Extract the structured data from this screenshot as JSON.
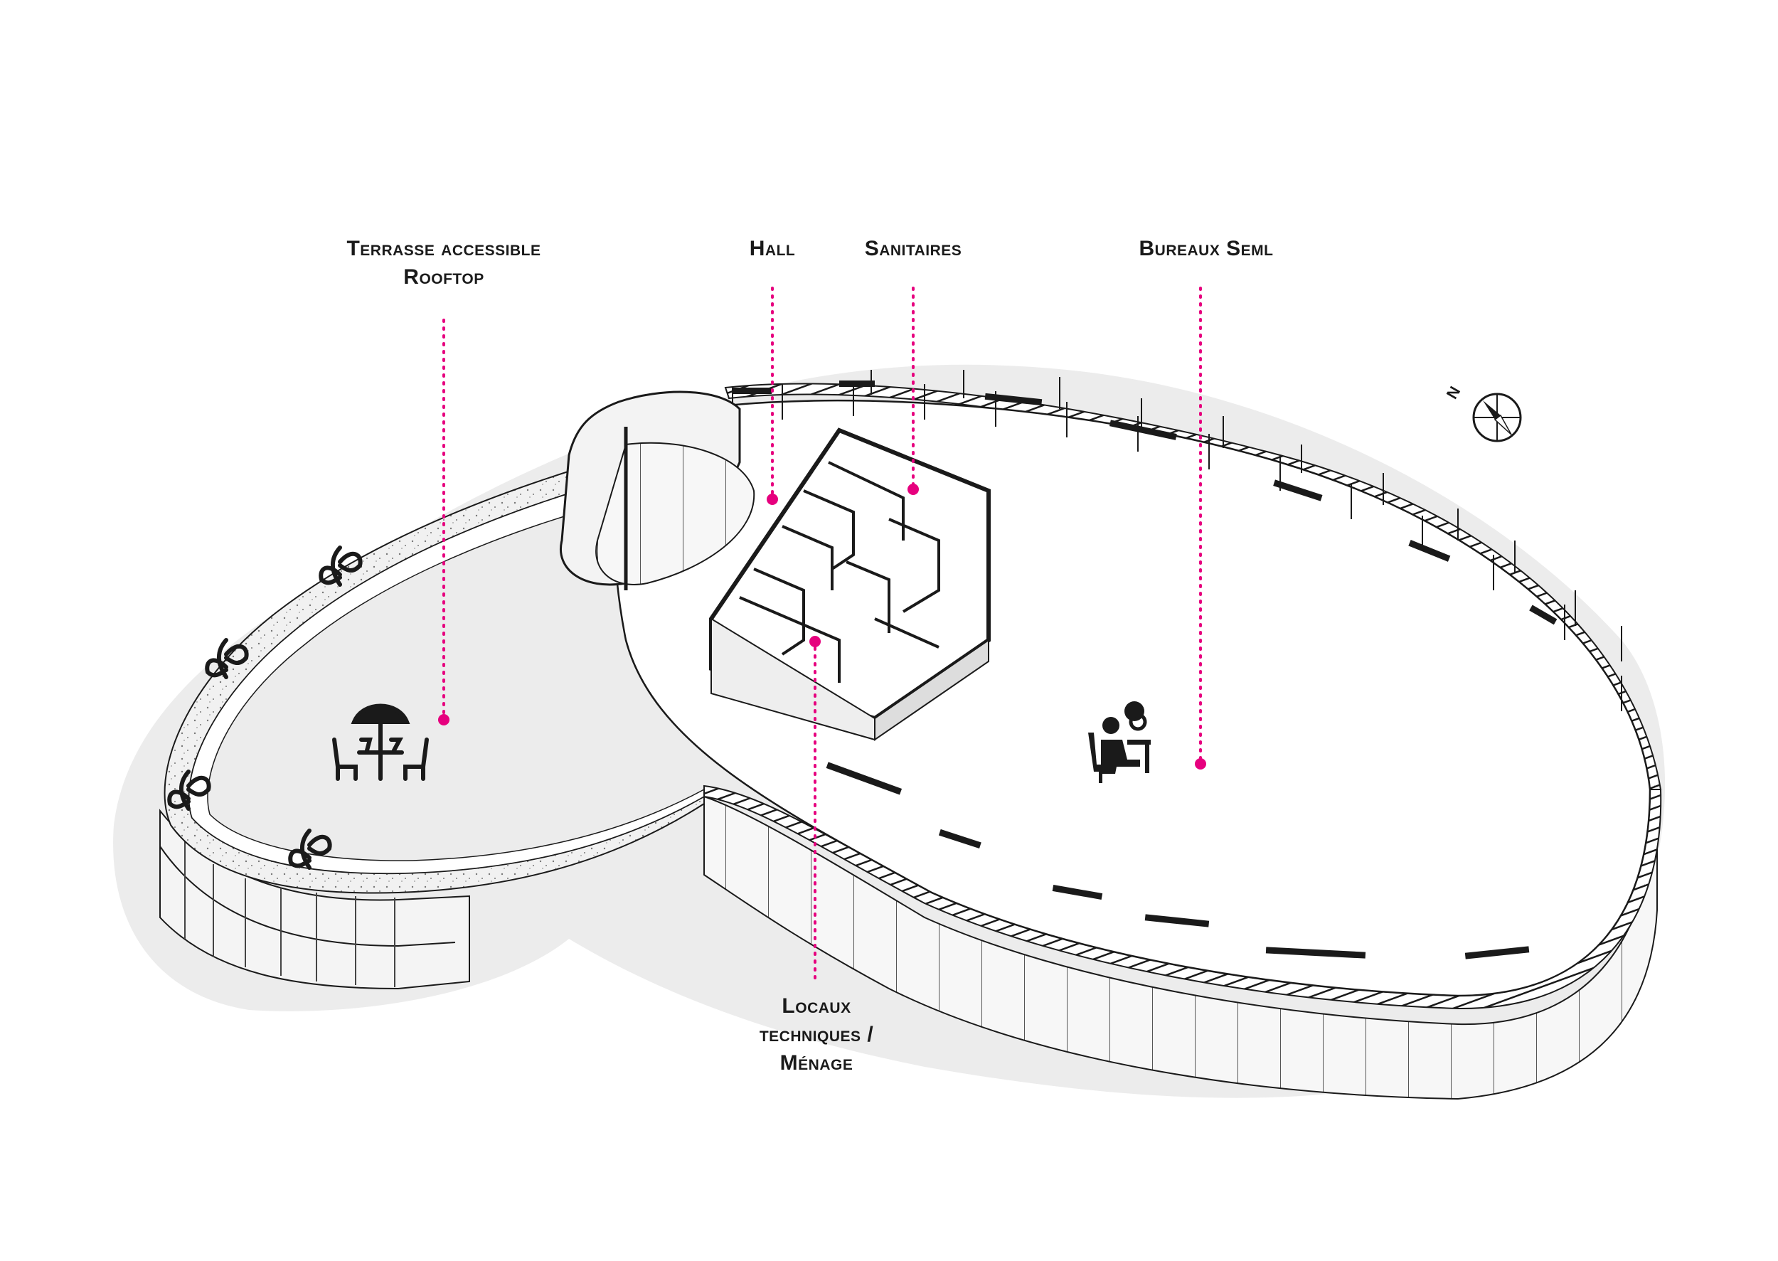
{
  "labels": {
    "terrasse": {
      "line1": "Terrasse accessible",
      "line2": "Rooftop"
    },
    "hall": "Hall",
    "sanitaires": "Sanitaires",
    "bureaux": "Bureaux Seml",
    "locaux": {
      "line1": "Locaux",
      "line2": "techniques /",
      "line3": "Ménage"
    }
  },
  "compass": {
    "letter": "N"
  },
  "colors": {
    "accent": "#e6007e",
    "line": "#1a1a1a",
    "shade": "#e9e9e9"
  },
  "icons": [
    "plant-icon",
    "cafe-table-icon",
    "office-worker-icon",
    "compass-icon"
  ]
}
